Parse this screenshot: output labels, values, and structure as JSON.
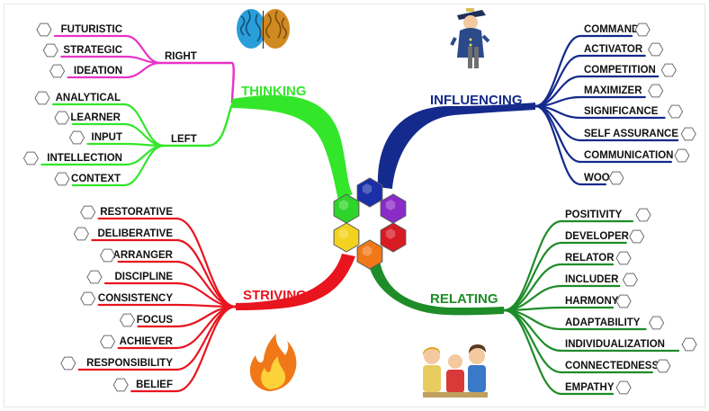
{
  "categories": {
    "thinking": {
      "label": "THINKING",
      "color": "#33e62a"
    },
    "influencing": {
      "label": "INFLUENCING",
      "color": "#142a8c"
    },
    "striving": {
      "label": "STRIVING",
      "color": "#e8141e"
    },
    "relating": {
      "label": "RELATING",
      "color": "#1e8c28"
    }
  },
  "thinking_groups": {
    "right": {
      "label": "RIGHT",
      "color": "#e832c8",
      "items": [
        "FUTURISTIC",
        "STRATEGIC",
        "IDEATION"
      ]
    },
    "left": {
      "label": "LEFT",
      "color": "#33e62a",
      "items": [
        "ANALYTICAL",
        "LEARNER",
        "INPUT",
        "INTELLECTION",
        "CONTEXT"
      ]
    }
  },
  "influencing_items": [
    "COMMAND",
    "ACTIVATOR",
    "COMPETITION",
    "MAXIMIZER",
    "SIGNIFICANCE",
    "SELF ASSURANCE",
    "COMMUNICATION",
    "WOO"
  ],
  "striving_items": [
    "RESTORATIVE",
    "DELIBERATIVE",
    "ARRANGER",
    "DISCIPLINE",
    "CONSISTENCY",
    "FOCUS",
    "ACHIEVER",
    "RESPONSIBILITY",
    "BELIEF"
  ],
  "relating_items": [
    "POSITIVITY",
    "DEVELOPER",
    "RELATOR",
    "INCLUDER",
    "HARMONY",
    "ADAPTABILITY",
    "INDIVIDUALIZATION",
    "CONNECTEDNESS",
    "EMPATHY"
  ],
  "center_hex_colors": [
    "#1a2fa8",
    "#2fd42a",
    "#8a2bc8",
    "#f2d21e",
    "#f07818",
    "#d81a22"
  ],
  "icons": {
    "thinking": "brain-icon",
    "influencing": "police-officer-icon",
    "striving": "fire-icon",
    "relating": "people-group-icon"
  }
}
